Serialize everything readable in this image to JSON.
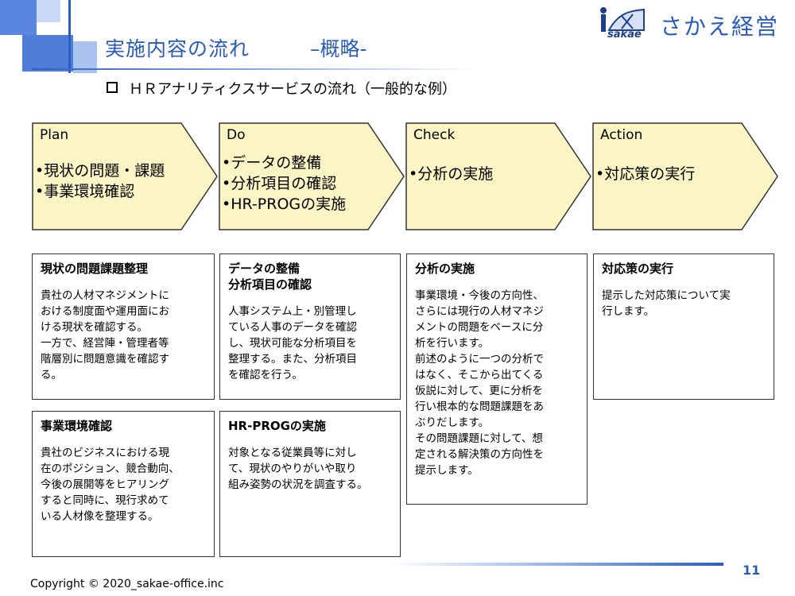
{
  "header": {
    "title": "実施内容の流れ",
    "subtitle": "–概略-",
    "logo_mark_text": "sakae",
    "logo_name": "さかえ経営"
  },
  "section_heading": "ＨＲアナリティクスサービスの流れ（一般的な例）",
  "phases": [
    {
      "label": "Plan",
      "items": [
        "•現状の問題・課題",
        "•事業環境確認"
      ]
    },
    {
      "label": "Do",
      "items": [
        "•データの整備",
        "•分析項目の確認",
        "•HR-PROGの実施"
      ]
    },
    {
      "label": "Check",
      "items": [
        "•分析の実施"
      ]
    },
    {
      "label": "Action",
      "items": [
        "•対応策の実行"
      ]
    }
  ],
  "boxes": {
    "plan_1": {
      "title": [
        "現状の問題課題整理"
      ],
      "lines": [
        "貴社の人材マネジメントに",
        "おける制度面や運用面にお",
        "ける現状を確認する。",
        "一方で、経営陣・管理者等",
        "階層別に問題意識を確認す",
        "る。"
      ]
    },
    "plan_2": {
      "title": [
        "事業環境確認"
      ],
      "lines": [
        "貴社のビジネスにおける現",
        "在のポジション、競合動向、",
        "今後の展開等をヒアリング",
        "すると同時に、現行求めて",
        "いる人材像を整理する。"
      ]
    },
    "do_1": {
      "title": [
        "データの整備",
        "分析項目の確認"
      ],
      "lines": [
        "人事システム上・別管理し",
        "ている人事のデータを確認",
        "し、現状可能な分析項目を",
        "整理する。また、分析項目",
        "を確認を行う。"
      ]
    },
    "do_2": {
      "title": [
        "HR-PROGの実施"
      ],
      "lines": [
        "対象となる従業員等に対し",
        "て、現状のやりがいや取り",
        "組み姿勢の状況を調査する。"
      ]
    },
    "check_1": {
      "title": [
        "分析の実施"
      ],
      "lines": [
        "事業環境・今後の方向性、",
        "さらには現行の人材マネジ",
        "メントの問題をベースに分",
        "析を行います。",
        "前述のように一つの分析で",
        "はなく、そこから出てくる",
        "仮説に対して、更に分析を",
        "行い根本的な問題課題をあ",
        "ぶりだします。",
        "その問題課題に対して、想",
        "定される解決策の方向性を",
        "提示します。"
      ]
    },
    "action_1": {
      "title": [
        "対応策の実行"
      ],
      "lines": [
        "提示した対応策について実",
        "行します。"
      ]
    }
  },
  "footer": {
    "page_number": "11",
    "copyright": "Copyright © 2020_sakae-office.inc"
  },
  "colors": {
    "accent_blue": "#2a5bb8",
    "chevron_fill": "#fbf5c6",
    "chevron_stroke": "#333333"
  }
}
